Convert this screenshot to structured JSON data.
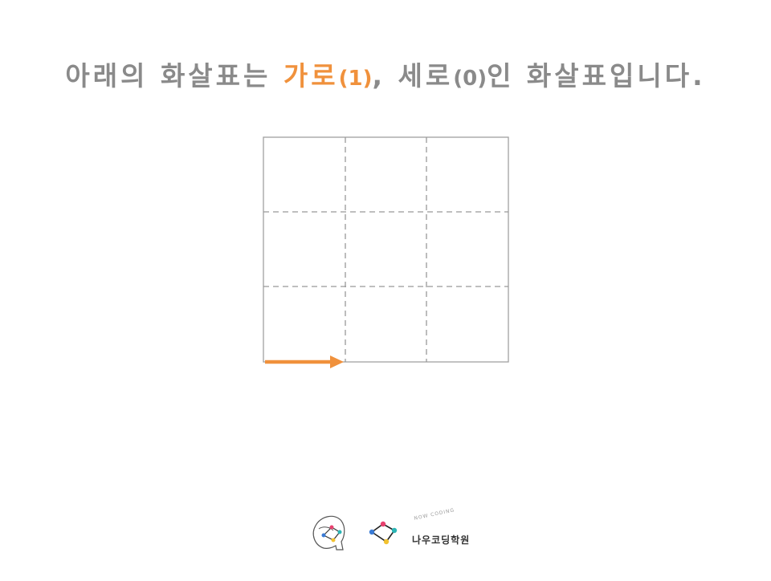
{
  "title": {
    "part1": "아래의 화살표는 ",
    "highlight_word": "가로",
    "highlight_paren": "(1)",
    "part2": ", 세로",
    "paren2": "(0)",
    "part3": "인 화살표입니다."
  },
  "grid": {
    "rows": 3,
    "cols": 3,
    "arrow": {
      "direction": "horizontal",
      "dx": 1,
      "dy": 0
    }
  },
  "colors": {
    "title": "#8a8a8a",
    "highlight": "#f0913c",
    "grid_line": "#999999",
    "arrow": "#f0913c"
  },
  "logo": {
    "brand_text": "나우코딩학원",
    "sub_text": "NOW CODING"
  }
}
